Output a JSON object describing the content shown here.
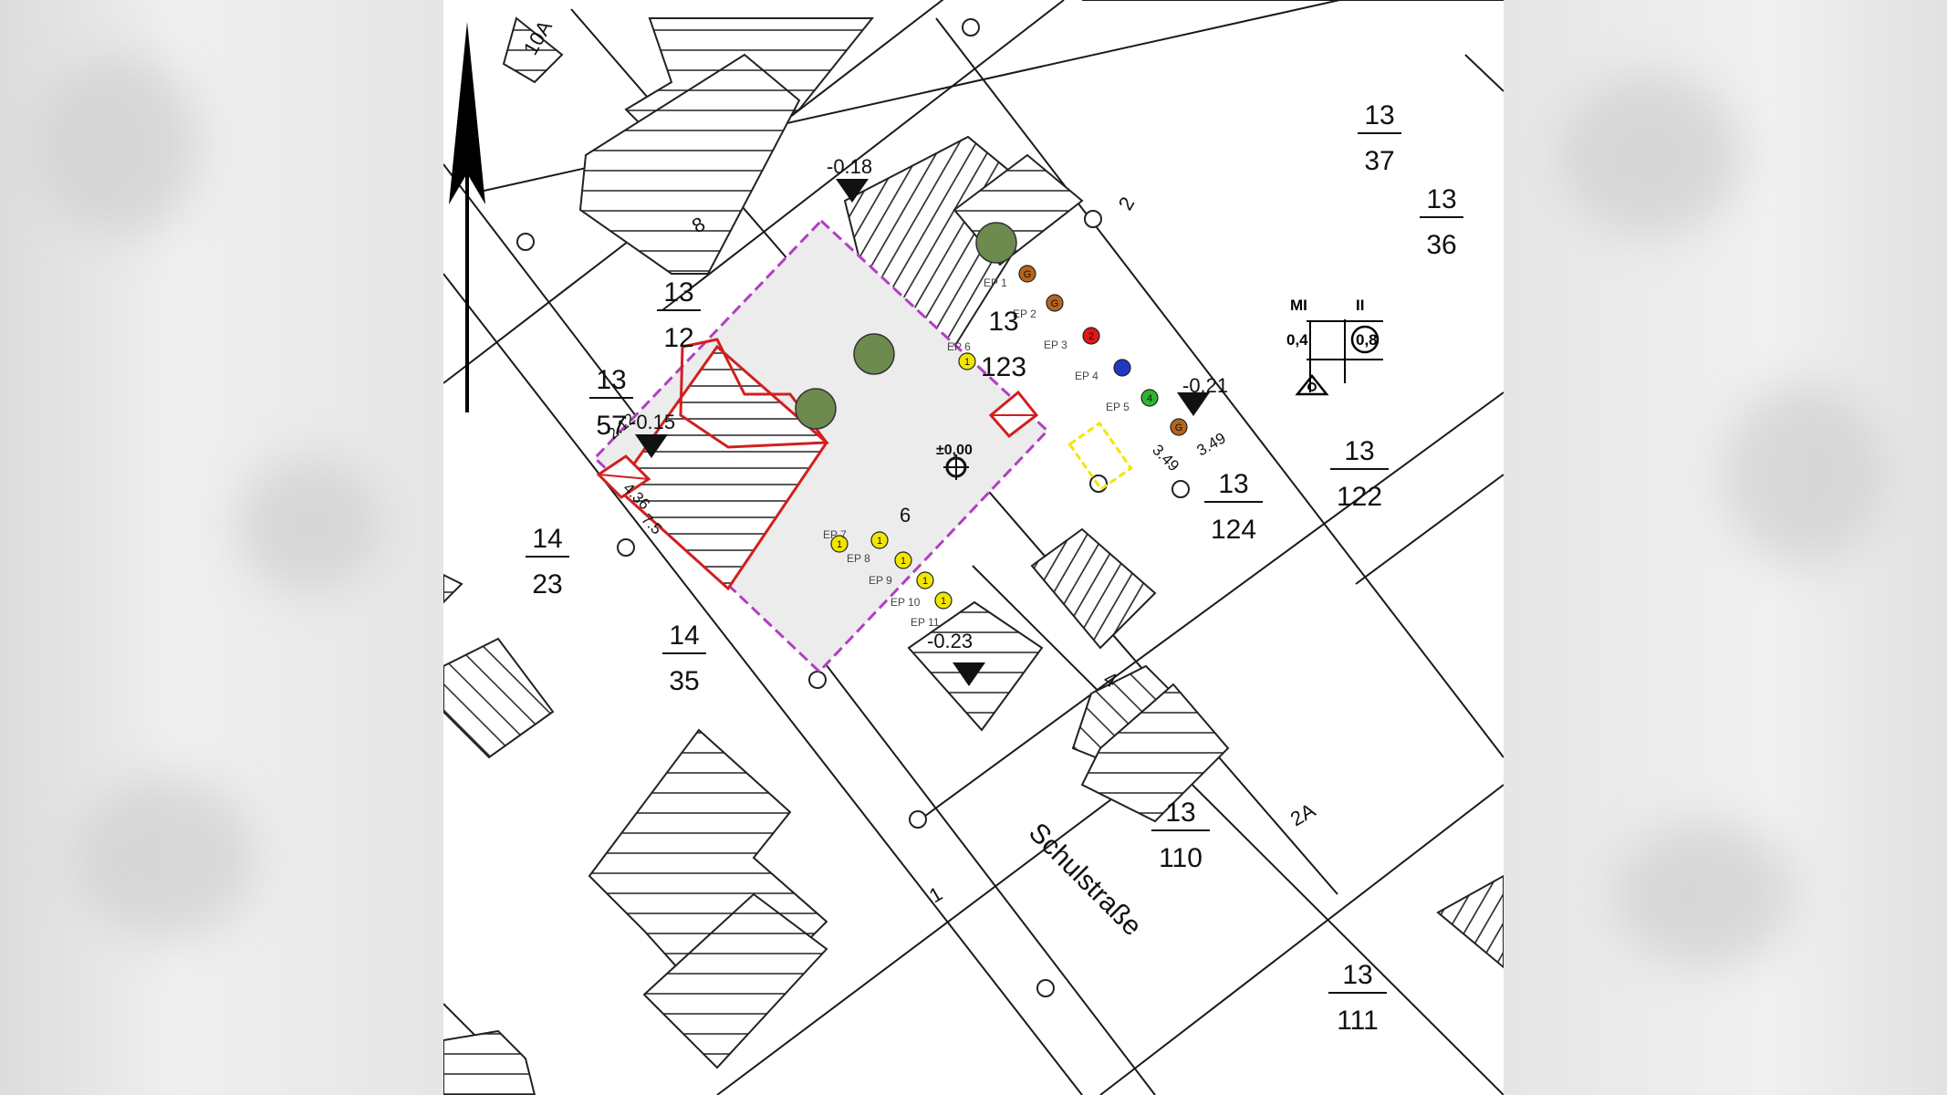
{
  "street_name": "Schulstraße",
  "parcels": [
    {
      "top": "13",
      "bottom": "12"
    },
    {
      "top": "13",
      "bottom": "57"
    },
    {
      "top": "14",
      "bottom": "23"
    },
    {
      "top": "14",
      "bottom": "35"
    },
    {
      "top": "13",
      "bottom": "123"
    },
    {
      "top": "13",
      "bottom": "124"
    },
    {
      "top": "13",
      "bottom": "122"
    },
    {
      "top": "13",
      "bottom": "37"
    },
    {
      "top": "13",
      "bottom": "36"
    },
    {
      "top": "13",
      "bottom": "110"
    },
    {
      "top": "13",
      "bottom": "111"
    }
  ],
  "house_numbers": [
    "10A",
    "8",
    "2",
    "6",
    "4",
    "2A",
    "1"
  ],
  "elevations": [
    "-0.18",
    "-0.15",
    "-0.21",
    "-0.23",
    "±0,00"
  ],
  "dimensions": [
    "2.12",
    "4.36",
    "7.5",
    "3.49",
    "3.49"
  ],
  "ep_labels": [
    "EP 1",
    "EP 2",
    "EP 3",
    "EP 4",
    "EP 5",
    "EP 6",
    "EP 7",
    "EP 8",
    "EP 9",
    "EP 10",
    "EP 11"
  ],
  "ep_markers": [
    "G",
    "G",
    "2",
    "",
    "4",
    "1",
    "1",
    "1",
    "1",
    "1",
    "1",
    "G"
  ],
  "zoning": {
    "area": "MI",
    "storeys": "II",
    "grz": "0,4",
    "gfz": "0,8"
  },
  "colors": {
    "plan_red": "#d11f1f",
    "tree_green": "#6d8a4f",
    "boundary_violet": "#b040c0",
    "marker_yellow": "#f2e600",
    "marker_brown": "#b5651d",
    "marker_red": "#e01818",
    "marker_blue": "#1f3ac0",
    "marker_green": "#2fb52f"
  },
  "icons": [
    "north-arrow-icon",
    "tree-icon",
    "benchmark-icon",
    "site-origin-icon"
  ]
}
